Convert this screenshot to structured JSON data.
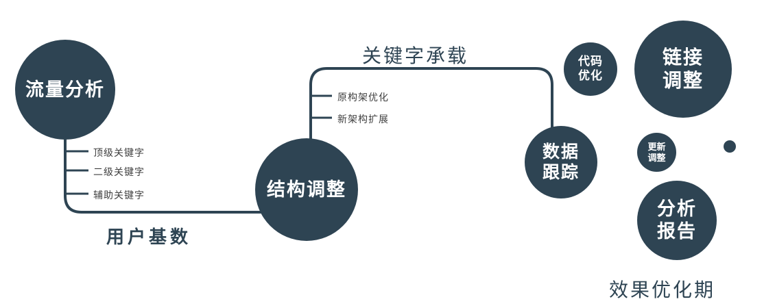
{
  "colors": {
    "primary": "#2e4453",
    "branch_label": "#3f3f3f"
  },
  "nodes": {
    "traffic": {
      "label": "流量分析"
    },
    "structure": {
      "label": "结构调整"
    },
    "data_tracking": {
      "lines": [
        "数据",
        "跟踪"
      ]
    },
    "code_opt": {
      "lines": [
        "代码",
        "优化"
      ]
    },
    "link_adjust": {
      "lines": [
        "链接",
        "调整"
      ]
    },
    "update_adjust": {
      "lines": [
        "更新",
        "调整"
      ]
    },
    "analysis_report": {
      "lines": [
        "分析",
        "报告"
      ]
    }
  },
  "branch_labels": {
    "keywords": [
      "顶级关键字",
      "二级关键字",
      "辅助关键字"
    ],
    "architecture": [
      "原构架优化",
      "新架构扩展"
    ]
  },
  "edge_labels": {
    "user_base": "用户基数",
    "keyword_carrying": "关键字承载"
  },
  "footer": {
    "phase_label": "效果优化期"
  }
}
